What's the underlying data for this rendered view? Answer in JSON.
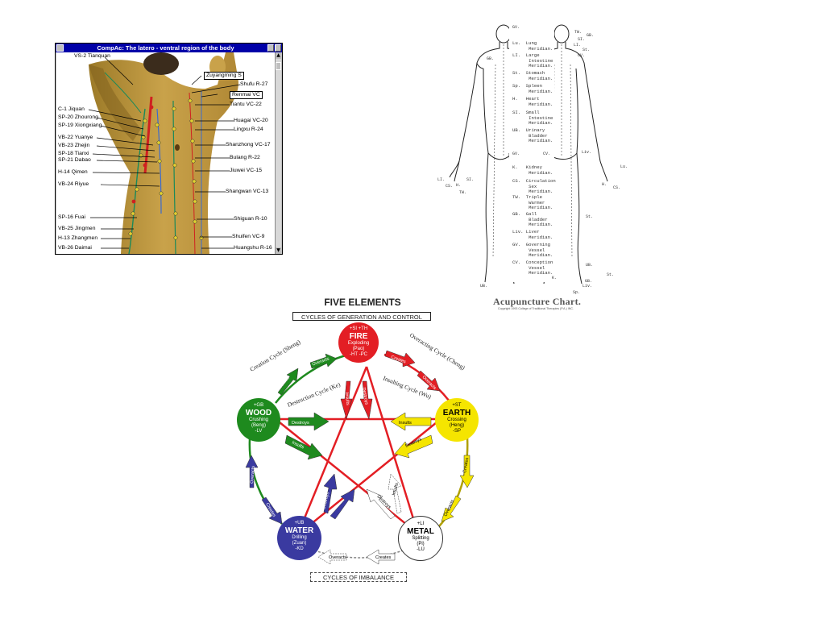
{
  "compac": {
    "title": "CompAc: The latero - ventral region of the body",
    "left_labels": [
      "VS-2  Tianquan",
      "C-1  Jiquan",
      "SP-20  Zhourong",
      "SP-19  Xiongxiang",
      "VB-22  Yuanye",
      "VB-23  Zhejin",
      "SP-18  Tianxi",
      "SP-21  Dabao",
      "H-14  Qimen",
      "VB-24  Riyue",
      "SP-16  Fuai",
      "VB-25  Jingmen",
      "H-13  Zhangmen",
      "VB-26  Daimai"
    ],
    "right_labels": [
      "Zuyangming  S",
      "Shufu  R-27",
      "Renmai  VC",
      "Tiantu  VC-22",
      "Huagai  VC-20",
      "Lingxu  R-24",
      "Shanzhong  VC-17",
      "Bulang  R-22",
      "Jiuwei  VC-15",
      "Shangwan  VC-13",
      "Shiguan  R-10",
      "Shuifen  VC-9",
      "Huangshu  R-16"
    ],
    "scroll_up": "▲",
    "scroll_down": "▼"
  },
  "acu": {
    "meridians": [
      "Lu.  Lung\n      Meridian.",
      "LI.  Large\n      Intestine\n      Meridian.",
      "St.  Stomach\n      Meridian.",
      "Sp.  Spleen\n      Meridian.",
      "H.   Heart\n      Meridian.",
      "SI.  Small\n      Intestine\n      Meridian.",
      "UB.  Urinary\n      Bladder\n      Meridian.",
      "K.   Kidney\n      Meridian.",
      "CS.  Circulation\n      Sex\n      Meridian.",
      "TW.  Triple\n      Warmer\n      Meridian.",
      "GB.  Gall\n      Bladder\n      Meridian.",
      "Liv. Liver\n      Meridian.",
      "GV.  Governing\n      Vessel\n      Meridian.",
      "CV.  Conception\n      Vessel\n      Meridian."
    ],
    "tags": [
      "GV.",
      "TW.",
      "GB.",
      "SI.",
      "LI.",
      "St.",
      "CV.",
      "GB.",
      "GV.",
      "CV.",
      "Liv.",
      "Lu.",
      "LI.",
      "CS.",
      "H.",
      "TW.",
      "SI.",
      "H.",
      "CS.",
      "St.",
      "UB.",
      "St.",
      "K.",
      "Liv.",
      "UB.",
      "Sp.",
      "GB."
    ],
    "caption": "Acupuncture Chart.",
    "copyright": "Copyright 1993 College of Traditional Therapies (P.A.) INC."
  },
  "five": {
    "title": "FIVE ELEMENTS",
    "subtitle": "CYCLES OF GENERATION AND CONTROL",
    "bottom": "CYCLES OF IMBALANCE",
    "nodes": {
      "fire": {
        "top": "+SI  +TH",
        "name": "FIRE",
        "sub": "Exploding\n(Pao)",
        "bottom": "-HT    -PC",
        "color": "#e31e24"
      },
      "wood": {
        "top": "+GB",
        "name": "WOOD",
        "sub": "Crushing\n(Beng)",
        "bottom": "-LV",
        "color": "#1e8a1e"
      },
      "earth": {
        "top": "+ST",
        "name": "EARTH",
        "sub": "Crossing\n(Heng)",
        "bottom": "-SP",
        "color": "#f5e500"
      },
      "water": {
        "top": "+UB",
        "name": "WATER",
        "sub": "Drilling\n(Zuan)",
        "bottom": "-KD",
        "color": "#3a3aa0"
      },
      "metal": {
        "top": "+LI",
        "name": "METAL",
        "sub": "Splitting\n(Pi)",
        "bottom": "-LU",
        "color": "#ffffff"
      }
    },
    "cycle_labels": {
      "creation": "Creation Cycle (Sheng)",
      "overacting": "Overacting Cycle (Cheng)",
      "destruction": "Destruction Cycle (Ke)",
      "insulting": "Insulting Cycle (Wu)"
    },
    "arrows": {
      "creates": "Creates",
      "overacts": "Overacts",
      "destroys": "Destroys",
      "insults": "Insults"
    }
  }
}
